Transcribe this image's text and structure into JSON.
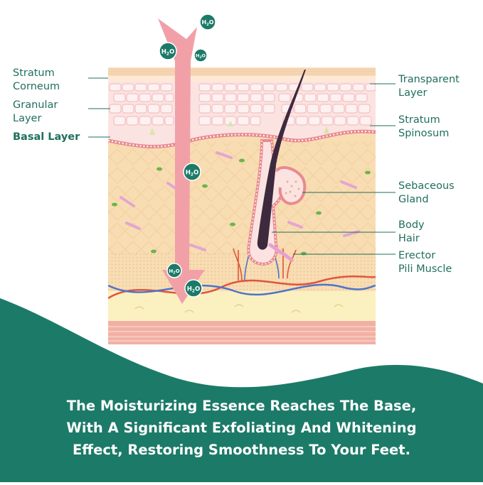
{
  "labels": {
    "stratum_corneum": [
      "Stratum",
      "Corneum"
    ],
    "granular_layer": [
      "Granular",
      "Layer"
    ],
    "basal_layer": "Basal Layer",
    "transparent_layer": [
      "Transparent",
      "Layer"
    ],
    "stratum_spinosum": [
      "Stratum",
      "Spinosum"
    ],
    "sebaceous_gland": [
      "Sebaceous",
      "Gland"
    ],
    "body_hair": [
      "Body",
      "Hair"
    ],
    "erector_pili_muscle": [
      "Erector",
      "Pili Muscle"
    ]
  },
  "water_badge": {
    "main": "H",
    "sub": "2",
    "end": "O"
  },
  "caption": [
    "The Moisturizing Essence Reaches The Base,",
    "With A Significant Exfoliating And Whitening",
    "Effect, Restoring Smoothness To Your Feet."
  ],
  "colors": {
    "brand_green": "#1c7a68",
    "label_text": "#1f6f5e",
    "arrow_pink": "#f2a0a8",
    "dermis": "#f8ddb2",
    "epidermis": "#fbe3e1"
  }
}
